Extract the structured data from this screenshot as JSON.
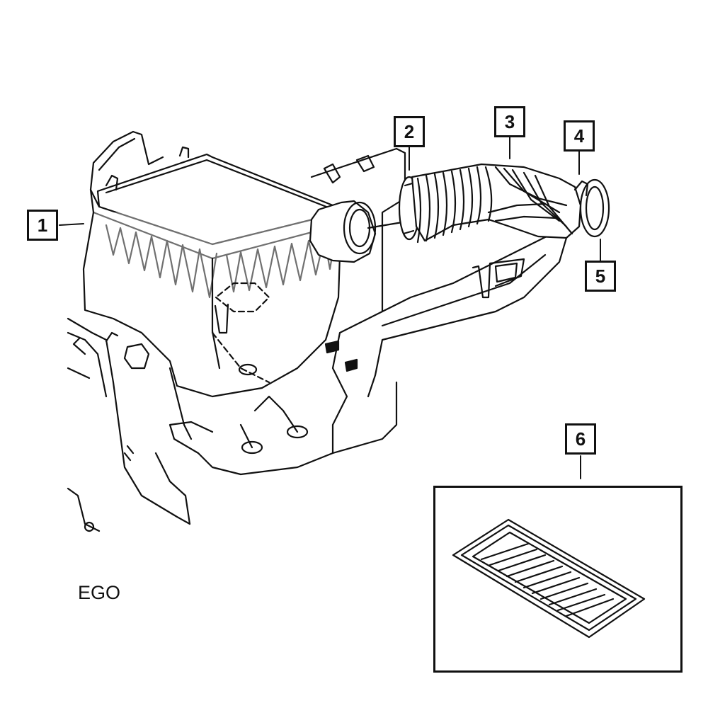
{
  "callouts": [
    {
      "id": "1",
      "label": "1"
    },
    {
      "id": "2",
      "label": "2"
    },
    {
      "id": "3",
      "label": "3"
    },
    {
      "id": "4",
      "label": "4"
    },
    {
      "id": "5",
      "label": "5"
    },
    {
      "id": "6",
      "label": "6"
    }
  ],
  "caption": "EGO"
}
